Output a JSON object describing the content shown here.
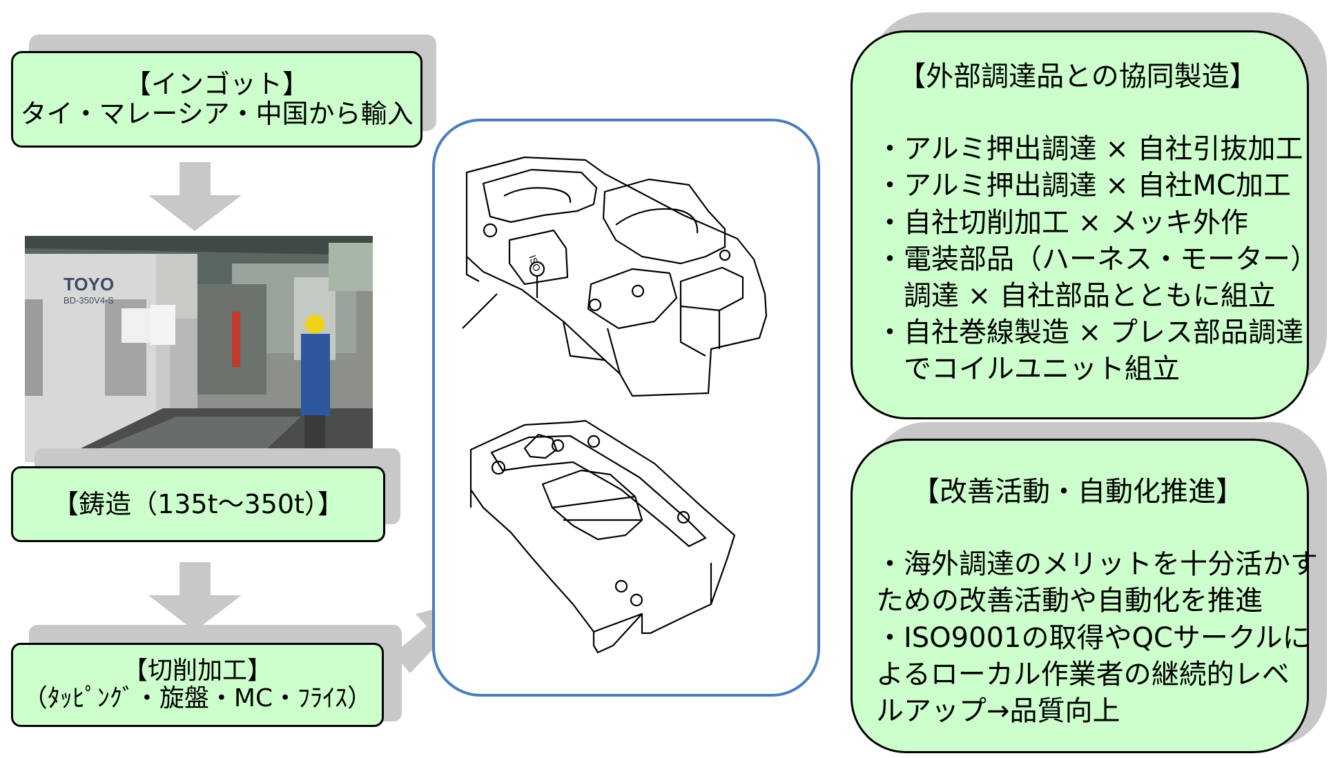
{
  "ingot": {
    "title": "【インゴット】",
    "subtitle": "タイ・マレーシア・中国から輸入"
  },
  "casting": {
    "title": "【鋳造（135t～350t）】",
    "machine_brand": "TOYO",
    "machine_model": "BD-350V4-S"
  },
  "machining": {
    "title": "【切削加工】",
    "subtitle": "（ﾀｯﾋﾟﾝｸﾞ・旋盤・MC・ﾌﾗｲｽ）"
  },
  "drawing": {
    "part_mark": "ISO"
  },
  "collab": {
    "title": "【外部調達品との協同製造】",
    "lines": [
      "・アルミ押出調達 × 自社引抜加工",
      "・アルミ押出調達 × 自社MC加工",
      "・自社切削加工 × メッキ外作",
      "・電装部品（ハーネス・モーター）",
      "　調達 × 自社部品とともに組立",
      "・自社巻線製造 × プレス部品調達",
      "　でコイルユニット組立"
    ]
  },
  "kaizen": {
    "title": "【改善活動・自動化推進】",
    "lines": [
      "・海外調達のメリットを十分活かす",
      "ための改善活動や自動化を推進",
      "・ISO9001の取得やQCサークルに",
      "よるローカル作業者の継続的レベ",
      "ルアップ→品質向上"
    ]
  },
  "colors": {
    "box_fill": "#ccffcc",
    "frame_blue": "#4a7ebb",
    "arrow_gray": "#c8c8c8"
  }
}
